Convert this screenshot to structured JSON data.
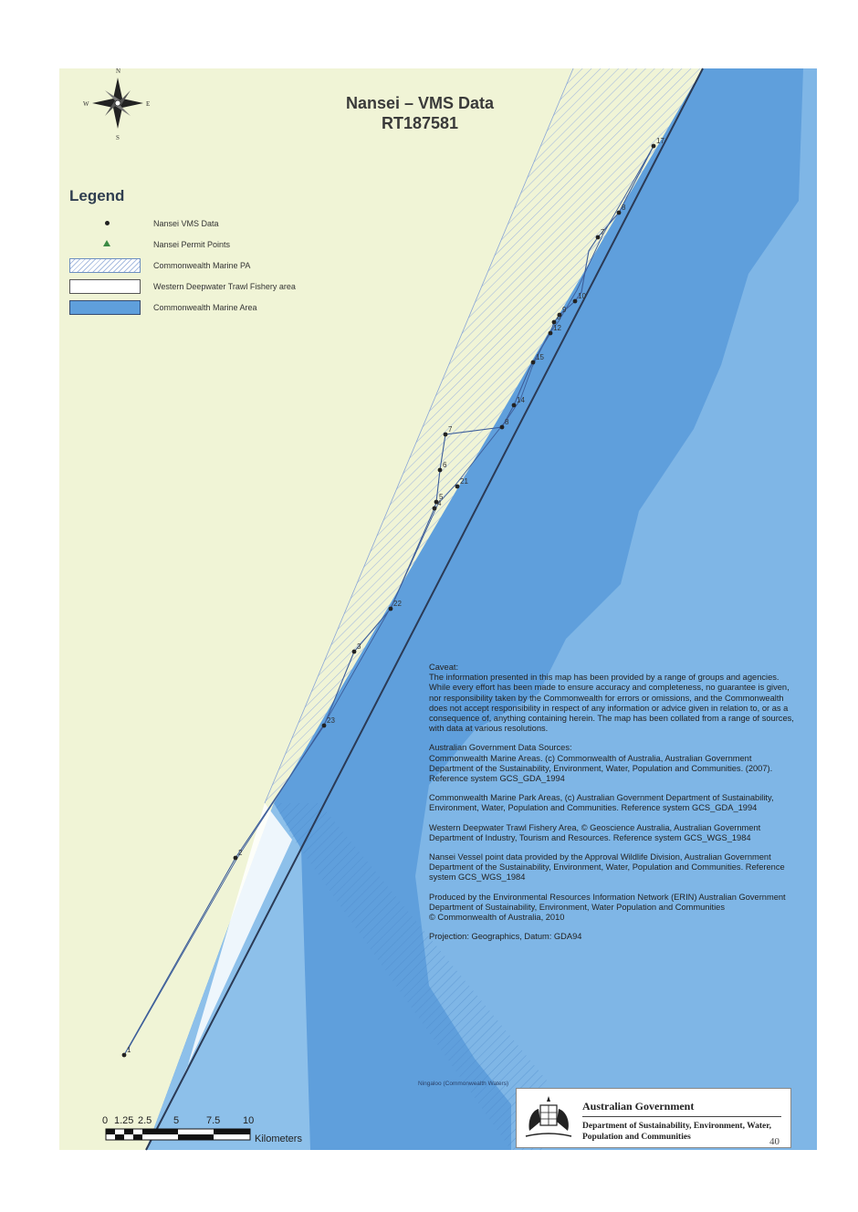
{
  "map": {
    "title_line1": "Nansei – VMS Data",
    "title_line2": "RT187581",
    "compass": {
      "n": "N",
      "s": "S",
      "e": "E",
      "w": "W"
    },
    "area_label": "Ningaloo (Commonwealth Waters)",
    "colors": {
      "land": "#f0f4d6",
      "marine_area": "#5f9fdc",
      "marine_pa_hatch": "#a9bde0",
      "track": "#3d5e9a",
      "vms_point": "#222222"
    }
  },
  "legend": {
    "title": "Legend",
    "items": [
      {
        "label": "Nansei VMS Data",
        "symbol": "dot-icon"
      },
      {
        "label": "Nansei Permit Points",
        "symbol": "triangle-icon"
      },
      {
        "label": "Commonwealth Marine PA",
        "symbol": "hatched-area"
      },
      {
        "label": "Western Deepwater Trawl Fishery area",
        "symbol": "white-area"
      },
      {
        "label": "Commonwealth Marine Area",
        "symbol": "blue-area"
      }
    ]
  },
  "vms_points": [
    {
      "label": "17"
    },
    {
      "label": "8"
    },
    {
      "label": "7"
    },
    {
      "label": "10"
    },
    {
      "label": "9"
    },
    {
      "label": "8"
    },
    {
      "label": "12"
    },
    {
      "label": "15"
    },
    {
      "label": "14"
    },
    {
      "label": "8"
    },
    {
      "label": "7"
    },
    {
      "label": "6"
    },
    {
      "label": "21"
    },
    {
      "label": "5"
    },
    {
      "label": "4"
    },
    {
      "label": "22"
    },
    {
      "label": "3"
    },
    {
      "label": "23"
    },
    {
      "label": "2"
    },
    {
      "label": "1"
    }
  ],
  "caveat": {
    "heading": "Caveat:",
    "body": "The information presented in this map has been provided by a range of groups and agencies. While every effort has been made to ensure accuracy and completeness, no guarantee is given, nor responsibility taken by the Commonwealth for errors or omissions, and the Commonwealth does not accept responsibility in respect of any information or advice given in relation to, or as a consequence of, anything containing herein. The map has been collated from a range of sources, with data at various resolutions.",
    "sources_heading": "Australian Government Data Sources:",
    "source1": "Commonwealth Marine Areas. (c) Commonwealth of Australia, Australian Government Department of the Sustainability, Environment, Water, Population and Communities. (2007). Reference system GCS_GDA_1994",
    "source2": "Commonwealth Marine Park Areas, (c) Australian Government Department of Sustainability, Environment, Water, Population and Communities. Reference system GCS_GDA_1994",
    "source3": "Western Deepwater Trawl Fishery Area, © Geoscience Australia, Australian Government Department of Industry, Tourism and Resources. Reference system GCS_WGS_1984",
    "source4": "Nansei Vessel point data provided by the Approval Wildlife Division, Australian Government Department of the Sustainability, Environment, Water, Population and Communities. Reference system GCS_WGS_1984",
    "produced": "Produced by the Environmental Resources Information Network (ERIN) Australian Government Department of Sustainability, Environment, Water Population and Communities",
    "copyright": "© Commonwealth of Australia, 2010",
    "projection": "Projection: Geographics, Datum: GDA94"
  },
  "gov_logo": {
    "name": "Australian Government",
    "department": "Department of Sustainability, Environment, Water, Population and Communities"
  },
  "scale_bar": {
    "ticks": [
      "0",
      "1.25",
      "2.5",
      "5",
      "7.5",
      "10"
    ],
    "unit": "Kilometers"
  },
  "page_number": "40"
}
